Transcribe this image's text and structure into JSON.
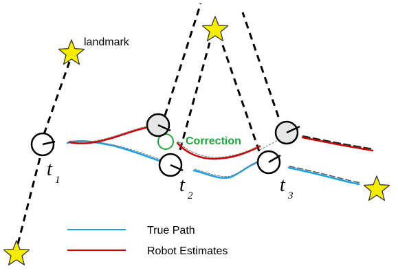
{
  "labels": {
    "landmark": "landmark",
    "correction": "←Correction",
    "t1_main": "t",
    "t1_sub": "1",
    "t2_main": "t",
    "t2_sub": "2",
    "t3_main": "t",
    "t3_sub": "3"
  },
  "legend": {
    "true_path": "True Path",
    "robot_estimates": "Robot Estimates"
  },
  "colors": {
    "true_path": "#1ba1e2",
    "robot_estimate": "#cc0000",
    "correction": "#1fa33a",
    "landmark_fill": "#f5ec00",
    "sensor_line": "#000000",
    "estimated_pose_fill": "#e6e6e6"
  }
}
